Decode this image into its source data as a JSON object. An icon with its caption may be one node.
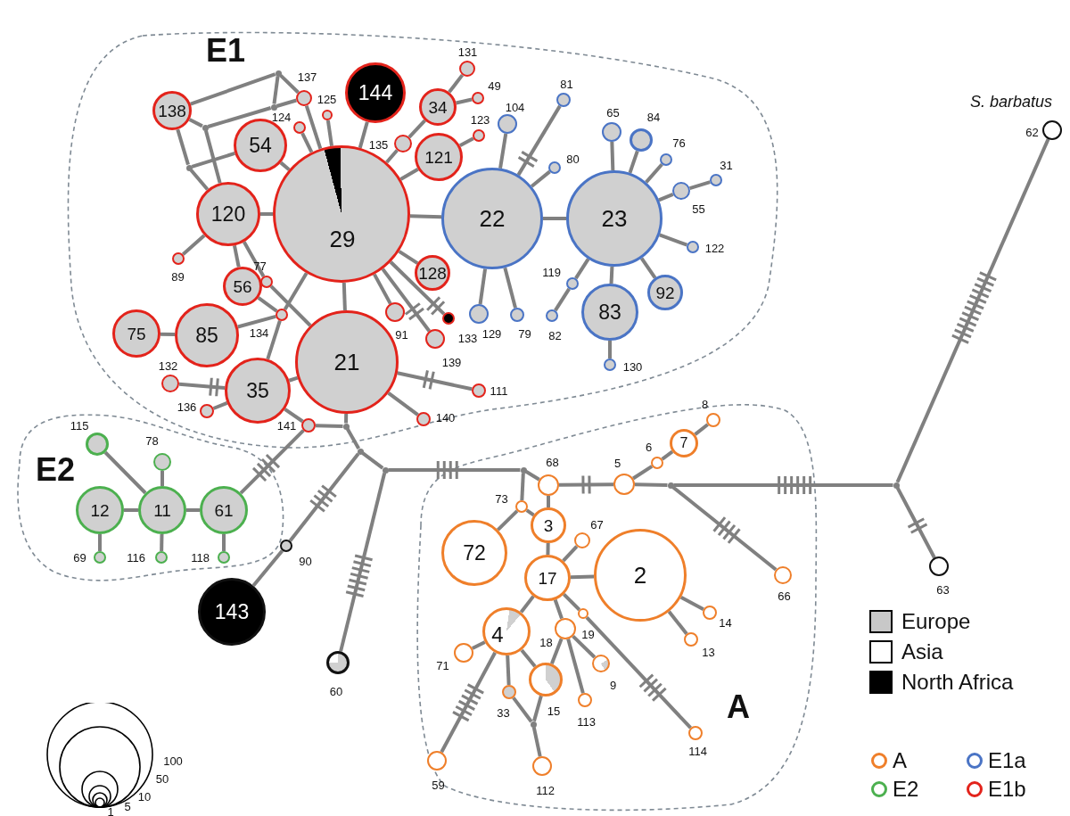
{
  "diagram": {
    "nodes": [
      {
        "text": [
          "E1"
        ]
      },
      {
        "text": [
          "138"
        ],
        "in": 0
      },
      {
        "text": [
          "137"
        ],
        "in": 0
      },
      {
        "text": [
          "125"
        ],
        "in": 0
      },
      {
        "text": [
          "144"
        ],
        "in": 0
      },
      {
        "text": [
          "131"
        ],
        "in": 0
      },
      {
        "text": [
          "34"
        ],
        "in": 0
      },
      {
        "text": [
          "49"
        ],
        "in": 0
      },
      {
        "text": [
          "124"
        ],
        "in": 0
      },
      {
        "text": [
          "135"
        ],
        "in": 0
      },
      {
        "text": [
          "123"
        ],
        "in": 0
      },
      {
        "text": [
          "121"
        ],
        "in": 0
      },
      {
        "text": [
          "54"
        ],
        "in": 0
      },
      {
        "text": [
          "120"
        ],
        "in": 0
      },
      {
        "text": [
          "29"
        ],
        "in": 0
      },
      {
        "text": [
          "104"
        ],
        "in": 0
      },
      {
        "text": [
          "81"
        ],
        "in": 0
      },
      {
        "text": [
          "65"
        ],
        "in": 0
      },
      {
        "text": [
          "84"
        ],
        "in": 0
      },
      {
        "text": [
          "76"
        ],
        "in": 0
      },
      {
        "text": [
          "31"
        ],
        "in": 0
      },
      {
        "text": [
          "55"
        ],
        "in": 0
      },
      {
        "text": [
          "22"
        ],
        "in": 0
      },
      {
        "text": [
          "23"
        ],
        "in": 0
      },
      {
        "text": [
          "80"
        ],
        "in": 0
      },
      {
        "text": [
          "122"
        ],
        "in": 0
      },
      {
        "text": [
          "89"
        ],
        "in": 0
      },
      {
        "text": [
          "77"
        ],
        "in": 0
      },
      {
        "text": [
          "56"
        ],
        "in": 0
      },
      {
        "text": [
          "128"
        ],
        "in": 0
      },
      {
        "text": [
          "134"
        ],
        "in": 0
      },
      {
        "text": [
          "91"
        ],
        "in": 0
      },
      {
        "text": [
          "119"
        ],
        "in": 0
      },
      {
        "text": [
          "92"
        ],
        "in": 0
      },
      {
        "text": [
          "75"
        ],
        "in": 0
      },
      {
        "text": [
          "85"
        ],
        "in": 0
      },
      {
        "text": [
          "133"
        ],
        "in": 0
      },
      {
        "text": [
          "129"
        ],
        "in": 0
      },
      {
        "text": [
          "79"
        ],
        "in": 0
      },
      {
        "text": [
          "82"
        ],
        "in": 0
      },
      {
        "text": [
          "83"
        ],
        "in": 0
      },
      {
        "text": [
          "139"
        ],
        "in": 0
      },
      {
        "text": [
          "132"
        ],
        "in": 0
      },
      {
        "text": [
          "35"
        ],
        "in": 0
      },
      {
        "text": [
          "21"
        ],
        "in": 0
      },
      {
        "text": [
          "111"
        ],
        "in": 0
      },
      {
        "text": [
          "130"
        ],
        "in": 0
      },
      {
        "text": [
          "136"
        ],
        "in": 0
      },
      {
        "text": [
          "141"
        ],
        "in": 0
      },
      {
        "text": [
          "140"
        ],
        "in": 0
      },
      {
        "text": [
          "E2"
        ]
      },
      {
        "text": [
          "115"
        ],
        "in": 50
      },
      {
        "text": [
          "78"
        ],
        "in": 50
      },
      {
        "text": [
          "12"
        ],
        "in": 50
      },
      {
        "text": [
          "11"
        ],
        "in": 50
      },
      {
        "text": [
          "61"
        ],
        "in": 50
      },
      {
        "text": [
          "69"
        ],
        "in": 50
      },
      {
        "text": [
          "116"
        ],
        "in": 50
      },
      {
        "text": [
          "118"
        ],
        "in": 50
      },
      {
        "text": [
          "62"
        ],
        "beside": [
          "S. barbatus"
        ]
      },
      {
        "text": [
          "90"
        ]
      },
      {
        "text": [
          "143"
        ]
      },
      {
        "text": [
          "60"
        ]
      },
      {
        "text": [
          "63"
        ]
      },
      {
        "text": [
          "A"
        ]
      },
      {
        "text": [
          "8"
        ],
        "in": 64
      },
      {
        "text": [
          "7"
        ],
        "in": 64
      },
      {
        "text": [
          "6"
        ],
        "in": 64
      },
      {
        "text": [
          "5"
        ],
        "in": 64
      },
      {
        "text": [
          "68"
        ],
        "in": 64
      },
      {
        "text": [
          "73"
        ],
        "in": 64
      },
      {
        "text": [
          "3"
        ],
        "in": 64
      },
      {
        "text": [
          "72"
        ],
        "in": 64
      },
      {
        "text": [
          "67"
        ],
        "in": 64
      },
      {
        "text": [
          "17"
        ],
        "in": 64
      },
      {
        "text": [
          "2"
        ],
        "in": 64
      },
      {
        "text": [
          "66"
        ],
        "in": 64
      },
      {
        "text": [
          "19"
        ],
        "in": 64
      },
      {
        "text": [
          "18"
        ],
        "in": 64
      },
      {
        "text": [
          "4"
        ],
        "in": 64
      },
      {
        "text": [
          "14"
        ],
        "in": 64
      },
      {
        "text": [
          "71"
        ],
        "in": 64
      },
      {
        "text": [
          "13"
        ],
        "in": 64
      },
      {
        "text": [
          "9"
        ],
        "in": 64
      },
      {
        "text": [
          "15"
        ],
        "in": 64
      },
      {
        "text": [
          "33"
        ],
        "in": 64
      },
      {
        "text": [
          "113"
        ],
        "in": 64
      },
      {
        "text": [
          "114"
        ],
        "in": 64
      },
      {
        "text": [
          "59"
        ],
        "in": 64
      },
      {
        "text": [
          "112"
        ],
        "in": 64
      },
      {
        "text": [],
        "shape": "dot",
        "in": 0
      },
      {
        "text": [],
        "shape": "dot",
        "in": 0
      },
      {
        "text": [],
        "shape": "dot",
        "in": 0
      },
      {
        "text": [],
        "shape": "dot",
        "in": 0
      },
      {
        "text": [],
        "shape": "dot",
        "in": 0
      },
      {
        "text": [],
        "shape": "dot"
      },
      {
        "text": [],
        "shape": "dot"
      },
      {
        "text": [],
        "shape": "dot",
        "in": 64
      },
      {
        "text": [],
        "shape": "dot",
        "in": 64
      },
      {
        "text": [],
        "shape": "dot"
      },
      {
        "text": [],
        "shape": "dot",
        "in": 64
      }
    ],
    "edges": [
      {
        "from": 1,
        "to": 90,
        "arrow": "none"
      },
      {
        "from": 90,
        "to": 2,
        "arrow": "none"
      },
      {
        "from": 90,
        "to": 91,
        "arrow": "none"
      },
      {
        "from": 91,
        "to": 2,
        "arrow": "none"
      },
      {
        "from": 1,
        "to": 92,
        "arrow": "none"
      },
      {
        "from": 92,
        "to": 91,
        "arrow": "none"
      },
      {
        "from": 92,
        "to": 13,
        "arrow": "none"
      },
      {
        "from": 1,
        "to": 93,
        "arrow": "none"
      },
      {
        "from": 93,
        "to": 13,
        "arrow": "none"
      },
      {
        "from": 93,
        "to": 12,
        "arrow": "none"
      },
      {
        "from": 2,
        "to": 14,
        "arrow": "none"
      },
      {
        "from": 3,
        "to": 14,
        "arrow": "none"
      },
      {
        "from": 4,
        "to": 14,
        "arrow": "none"
      },
      {
        "from": 8,
        "to": 14,
        "arrow": "none"
      },
      {
        "from": 12,
        "to": 14,
        "arrow": "none"
      },
      {
        "from": 9,
        "to": 14,
        "arrow": "none"
      },
      {
        "from": 6,
        "to": 9,
        "arrow": "none"
      },
      {
        "from": 6,
        "to": 5,
        "arrow": "none"
      },
      {
        "from": 6,
        "to": 7,
        "arrow": "none"
      },
      {
        "from": 11,
        "to": 10,
        "arrow": "none"
      },
      {
        "from": 11,
        "to": 14,
        "arrow": "none"
      },
      {
        "from": 13,
        "to": 14,
        "arrow": "none"
      },
      {
        "from": 13,
        "to": 26,
        "arrow": "none"
      },
      {
        "from": 13,
        "to": 28,
        "arrow": "none"
      },
      {
        "from": 13,
        "to": 27,
        "arrow": "none"
      },
      {
        "from": 27,
        "to": 44,
        "arrow": "none"
      },
      {
        "from": 28,
        "to": 30,
        "arrow": "none"
      },
      {
        "from": 30,
        "to": 35,
        "arrow": "none"
      },
      {
        "from": 30,
        "to": 14,
        "arrow": "none"
      },
      {
        "from": 30,
        "to": 43,
        "arrow": "none"
      },
      {
        "from": 35,
        "to": 34,
        "arrow": "none"
      },
      {
        "from": 43,
        "to": 42,
        "arrow": "none"
      },
      {
        "from": 43,
        "to": 47,
        "arrow": "none"
      },
      {
        "from": 43,
        "to": 44,
        "arrow": "none"
      },
      {
        "from": 43,
        "to": 48,
        "arrow": "none"
      },
      {
        "from": 44,
        "to": 14,
        "arrow": "none"
      },
      {
        "from": 44,
        "to": 45,
        "arrow": "none"
      },
      {
        "from": 44,
        "to": 49,
        "arrow": "none"
      },
      {
        "from": 44,
        "to": 94,
        "arrow": "none"
      },
      {
        "from": 48,
        "to": 94,
        "arrow": "none"
      },
      {
        "from": 14,
        "to": 29,
        "arrow": "none"
      },
      {
        "from": 14,
        "to": 31,
        "arrow": "none"
      },
      {
        "from": 14,
        "to": 41,
        "arrow": "none"
      },
      {
        "from": 14,
        "to": 36,
        "arrow": "none"
      },
      {
        "from": 14,
        "to": 22,
        "arrow": "none"
      },
      {
        "from": 22,
        "to": 23,
        "arrow": "none"
      },
      {
        "from": 22,
        "to": 15,
        "arrow": "none"
      },
      {
        "from": 22,
        "to": 16,
        "arrow": "none"
      },
      {
        "from": 22,
        "to": 24,
        "arrow": "none"
      },
      {
        "from": 22,
        "to": 37,
        "arrow": "none"
      },
      {
        "from": 22,
        "to": 38,
        "arrow": "none"
      },
      {
        "from": 23,
        "to": 17,
        "arrow": "none"
      },
      {
        "from": 23,
        "to": 18,
        "arrow": "none"
      },
      {
        "from": 23,
        "to": 19,
        "arrow": "none"
      },
      {
        "from": 23,
        "to": 21,
        "arrow": "none"
      },
      {
        "from": 21,
        "to": 20,
        "arrow": "none"
      },
      {
        "from": 23,
        "to": 25,
        "arrow": "none"
      },
      {
        "from": 23,
        "to": 33,
        "arrow": "none"
      },
      {
        "from": 23,
        "to": 40,
        "arrow": "none"
      },
      {
        "from": 40,
        "to": 46,
        "arrow": "none"
      },
      {
        "from": 23,
        "to": 32,
        "arrow": "none"
      },
      {
        "from": 32,
        "to": 39,
        "arrow": "none"
      },
      {
        "from": 55,
        "to": 48,
        "arrow": "none"
      },
      {
        "from": 55,
        "to": 54,
        "arrow": "none"
      },
      {
        "from": 54,
        "to": 53,
        "arrow": "none"
      },
      {
        "from": 54,
        "to": 51,
        "arrow": "none"
      },
      {
        "from": 54,
        "to": 52,
        "arrow": "none"
      },
      {
        "from": 53,
        "to": 56,
        "arrow": "none"
      },
      {
        "from": 54,
        "to": 57,
        "arrow": "none"
      },
      {
        "from": 55,
        "to": 58,
        "arrow": "none"
      },
      {
        "from": 94,
        "to": 95,
        "arrow": "none"
      },
      {
        "from": 95,
        "to": 60,
        "arrow": "none"
      },
      {
        "from": 60,
        "to": 61,
        "arrow": "none"
      },
      {
        "from": 95,
        "to": 96,
        "arrow": "none"
      },
      {
        "from": 96,
        "to": 62,
        "arrow": "none"
      },
      {
        "from": 96,
        "to": 97,
        "arrow": "none"
      },
      {
        "from": 97,
        "to": 69,
        "arrow": "none"
      },
      {
        "from": 97,
        "to": 70,
        "arrow": "none"
      },
      {
        "from": 69,
        "to": 68,
        "arrow": "none"
      },
      {
        "from": 68,
        "to": 67,
        "arrow": "none"
      },
      {
        "from": 67,
        "to": 66,
        "arrow": "none"
      },
      {
        "from": 66,
        "to": 65,
        "arrow": "none"
      },
      {
        "from": 68,
        "to": 98,
        "arrow": "none"
      },
      {
        "from": 98,
        "to": 76,
        "arrow": "none"
      },
      {
        "from": 98,
        "to": 99,
        "arrow": "none"
      },
      {
        "from": 99,
        "to": 59,
        "arrow": "none"
      },
      {
        "from": 99,
        "to": 63,
        "arrow": "none"
      },
      {
        "from": 69,
        "to": 71,
        "arrow": "none"
      },
      {
        "from": 70,
        "to": 72,
        "arrow": "none"
      },
      {
        "from": 70,
        "to": 71,
        "arrow": "none"
      },
      {
        "from": 71,
        "to": 74,
        "arrow": "none"
      },
      {
        "from": 74,
        "to": 73,
        "arrow": "none"
      },
      {
        "from": 74,
        "to": 75,
        "arrow": "none"
      },
      {
        "from": 74,
        "to": 79,
        "arrow": "none"
      },
      {
        "from": 74,
        "to": 78,
        "arrow": "none"
      },
      {
        "from": 74,
        "to": 77,
        "arrow": "none"
      },
      {
        "from": 77,
        "to": 87,
        "arrow": "none"
      },
      {
        "from": 78,
        "to": 83,
        "arrow": "none"
      },
      {
        "from": 78,
        "to": 86,
        "arrow": "none"
      },
      {
        "from": 78,
        "to": 84,
        "arrow": "none"
      },
      {
        "from": 79,
        "to": 81,
        "arrow": "none"
      },
      {
        "from": 79,
        "to": 88,
        "arrow": "none"
      },
      {
        "from": 79,
        "to": 85,
        "arrow": "none"
      },
      {
        "from": 79,
        "to": 84,
        "arrow": "none"
      },
      {
        "from": 85,
        "to": 100,
        "arrow": "none"
      },
      {
        "from": 84,
        "to": 100,
        "arrow": "none"
      },
      {
        "from": 100,
        "to": 89,
        "arrow": "none"
      },
      {
        "from": 75,
        "to": 80,
        "arrow": "none"
      },
      {
        "from": 75,
        "to": 82,
        "arrow": "none"
      }
    ],
    "labels": [
      "100",
      "50",
      "10",
      "5",
      "1"
    ],
    "legend": [
      {
        "text": "Europe",
        "color": "#c8c8c8"
      },
      {
        "text": "Asia",
        "color": "#ffffff"
      },
      {
        "text": "North Africa",
        "color": "#000000"
      },
      {
        "text": "A"
      },
      {
        "text": "E1a"
      },
      {
        "text": "E2"
      },
      {
        "text": "E1b"
      }
    ]
  }
}
